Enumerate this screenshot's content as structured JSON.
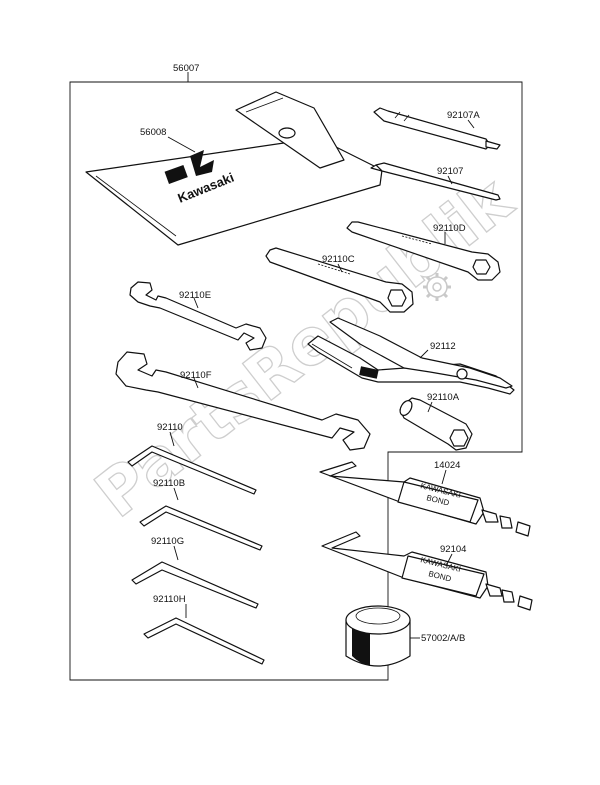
{
  "watermark": "PartsRepublik",
  "pouch_brand": "Kawasaki",
  "tube_brand": [
    "KAWASAKI",
    "BOND"
  ],
  "labels": {
    "kit": "56007",
    "pouch": "56008",
    "screwdriver_a": "92107A",
    "screwdriver": "92107",
    "wrench_d": "92110D",
    "wrench_c": "92110C",
    "wrench_e": "92110E",
    "pliers": "92112",
    "wrench_f": "92110F",
    "socket": "92110A",
    "hex": "92110",
    "hex_b": "92110B",
    "hex_g": "92110G",
    "hex_h": "92110H",
    "bond_1": "14024",
    "bond_2": "92104",
    "grease": "57002/A/B"
  }
}
